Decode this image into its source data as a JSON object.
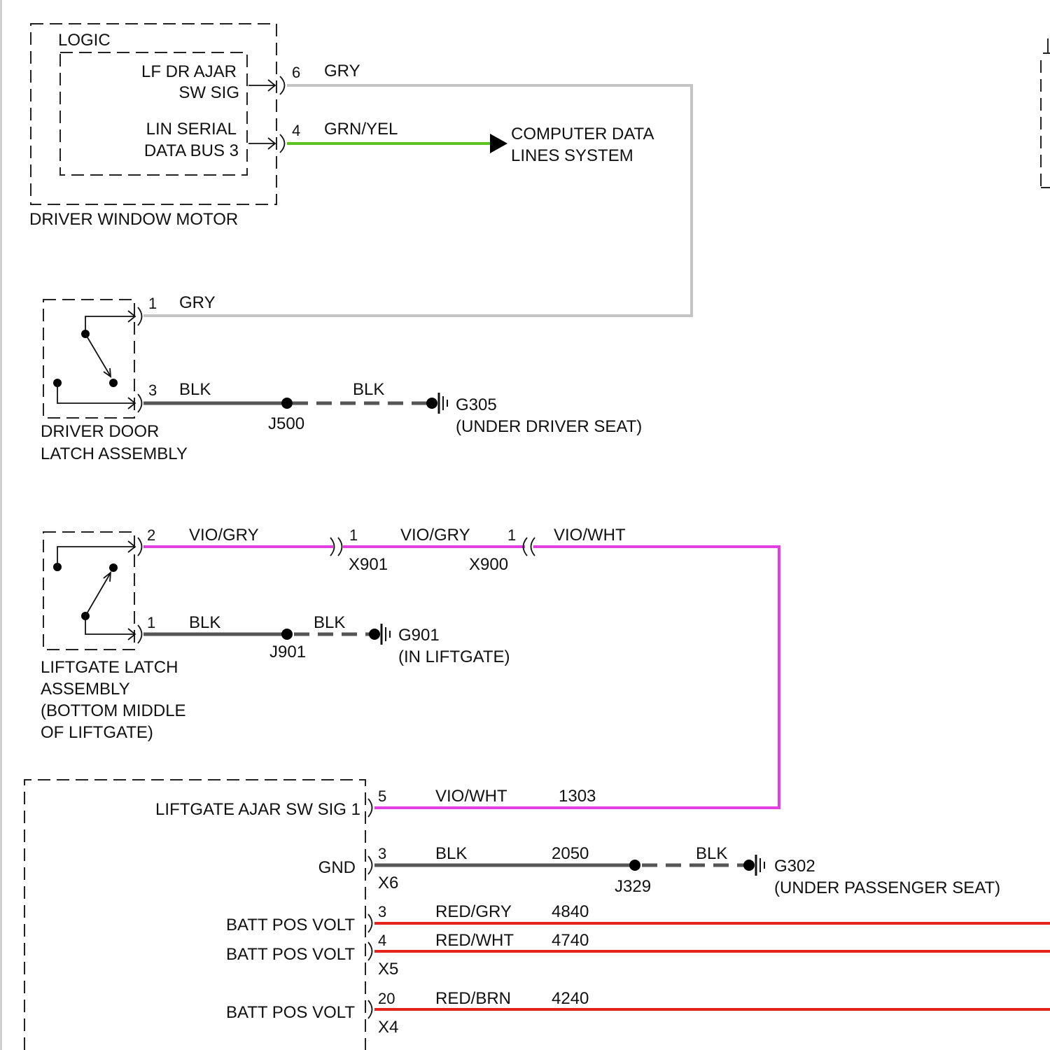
{
  "driver_window_motor": {
    "name": "DRIVER WINDOW MOTOR",
    "logic": "LOGIC",
    "circuits": [
      {
        "label_1": "LF DR AJAR",
        "label_2": "SW SIG",
        "pin": "6",
        "wire_color": "GRY"
      },
      {
        "label_1": "LIN SERIAL",
        "label_2": "DATA BUS 3",
        "pin": "4",
        "wire_color": "GRN/YEL"
      }
    ]
  },
  "computer_data_lines": {
    "line_1": "COMPUTER DATA",
    "line_2": "LINES SYSTEM"
  },
  "driver_door_latch": {
    "name_1": "DRIVER DOOR",
    "name_2": "LATCH ASSEMBLY",
    "pins": [
      {
        "pin": "1",
        "wire_color": "GRY"
      },
      {
        "pin": "3",
        "wire_color": "BLK"
      }
    ]
  },
  "driver_door_ground": {
    "splice": "J500",
    "wire_color": "BLK",
    "ground": "G305",
    "location": "(UNDER DRIVER SEAT)"
  },
  "liftgate_latch": {
    "name": [
      "LIFTGATE LATCH",
      "ASSEMBLY",
      "(BOTTOM MIDDLE",
      "OF LIFTGATE)"
    ],
    "pins": [
      {
        "pin": "2",
        "wire_color": "VIO/GRY"
      },
      {
        "pin": "1",
        "wire_color": "BLK"
      }
    ]
  },
  "inline_connectors": [
    {
      "name": "X901",
      "pin": "1",
      "wire_color": "VIO/GRY"
    },
    {
      "name": "X900",
      "pin": "1",
      "wire_color": "VIO/WHT"
    }
  ],
  "liftgate_ground": {
    "splice": "J901",
    "wire_color": "BLK",
    "ground": "G901",
    "location": "(IN LIFTGATE)"
  },
  "module": {
    "circuits": [
      {
        "label": "LIFTGATE AJAR SW SIG 1",
        "pin": "5",
        "wire_color": "VIO/WHT",
        "circuit": "1303"
      },
      {
        "label": "GND",
        "pin": "3",
        "wire_color": "BLK",
        "circuit": "2050",
        "connector": "X6"
      },
      {
        "label": "BATT POS VOLT",
        "pin": "3",
        "wire_color": "RED/GRY",
        "circuit": "4840"
      },
      {
        "label": "BATT POS VOLT",
        "pin": "4",
        "wire_color": "RED/WHT",
        "circuit": "4740",
        "connector": "X5"
      },
      {
        "label": "BATT POS VOLT",
        "pin": "20",
        "wire_color": "RED/BRN",
        "circuit": "4240",
        "connector": "X4"
      }
    ]
  },
  "module_ground": {
    "splice": "J329",
    "wire_color": "BLK",
    "ground": "G302",
    "location": "(UNDER PASSENGER SEAT)"
  },
  "wire_colors": {
    "gray": "#c4c4c4",
    "green_yellow": "#5cc31c",
    "violet": "#e23fe2",
    "red": "#e3241c",
    "black": "#555555"
  }
}
